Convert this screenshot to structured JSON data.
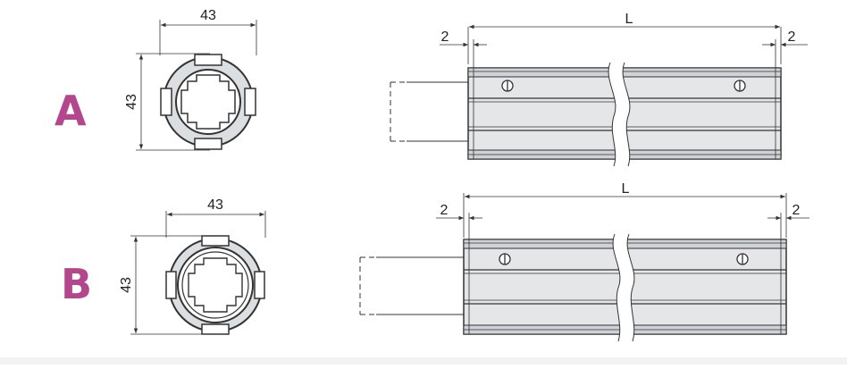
{
  "colors": {
    "background": "#ffffff",
    "line": "#333333",
    "tube_fill": "#e4e6e8",
    "tube_band": "#d3d6d9",
    "label_accent": "#b3468c",
    "bottom_bar": "#f2f2f2"
  },
  "variants": [
    {
      "label": "A",
      "section_width": "43",
      "section_height": "43",
      "length": "L",
      "end_left": "2",
      "end_right": "2"
    },
    {
      "label": "B",
      "section_width": "43",
      "section_height": "43",
      "length": "L",
      "end_left": "2",
      "end_right": "2"
    }
  ]
}
